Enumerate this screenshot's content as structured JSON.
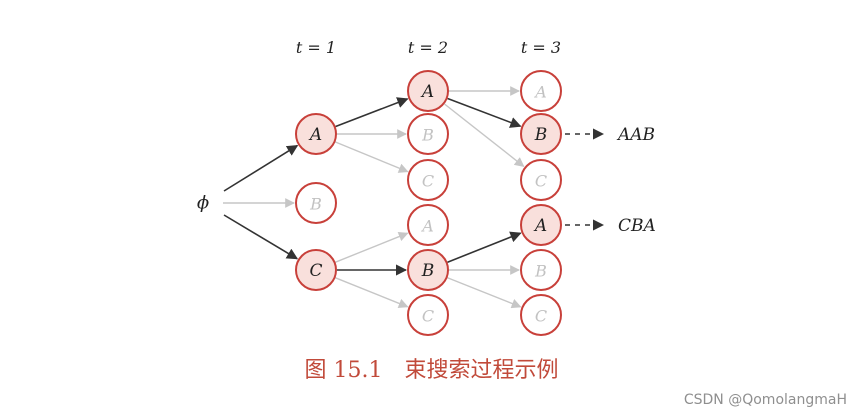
{
  "time_labels": [
    "t = 1",
    "t = 2",
    "t = 3"
  ],
  "start_symbol": "ϕ",
  "nodes": {
    "t1": [
      {
        "id": "t1-A",
        "label": "A",
        "state": "kept"
      },
      {
        "id": "t1-B",
        "label": "B",
        "state": "pruned"
      },
      {
        "id": "t1-C",
        "label": "C",
        "state": "kept"
      }
    ],
    "t2": [
      {
        "id": "t2-A1",
        "label": "A",
        "state": "kept"
      },
      {
        "id": "t2-B1",
        "label": "B",
        "state": "pruned"
      },
      {
        "id": "t2-C1",
        "label": "C",
        "state": "pruned"
      },
      {
        "id": "t2-A2",
        "label": "A",
        "state": "pruned"
      },
      {
        "id": "t2-B2",
        "label": "B",
        "state": "kept"
      },
      {
        "id": "t2-C2",
        "label": "C",
        "state": "pruned"
      }
    ],
    "t3": [
      {
        "id": "t3-A1",
        "label": "A",
        "state": "pruned"
      },
      {
        "id": "t3-B1",
        "label": "B",
        "state": "kept"
      },
      {
        "id": "t3-C1",
        "label": "C",
        "state": "pruned"
      },
      {
        "id": "t3-A2",
        "label": "A",
        "state": "kept"
      },
      {
        "id": "t3-B2",
        "label": "B",
        "state": "pruned"
      },
      {
        "id": "t3-C2",
        "label": "C",
        "state": "pruned"
      }
    ]
  },
  "edges": [
    {
      "from": "phi",
      "to": "t1-A",
      "style": "bold"
    },
    {
      "from": "phi",
      "to": "t1-B",
      "style": "faded"
    },
    {
      "from": "phi",
      "to": "t1-C",
      "style": "bold"
    },
    {
      "from": "t1-A",
      "to": "t2-A1",
      "style": "bold"
    },
    {
      "from": "t1-A",
      "to": "t2-B1",
      "style": "faded"
    },
    {
      "from": "t1-A",
      "to": "t2-C1",
      "style": "faded"
    },
    {
      "from": "t1-C",
      "to": "t2-A2",
      "style": "faded"
    },
    {
      "from": "t1-C",
      "to": "t2-B2",
      "style": "bold"
    },
    {
      "from": "t1-C",
      "to": "t2-C2",
      "style": "faded"
    },
    {
      "from": "t2-A1",
      "to": "t3-A1",
      "style": "faded"
    },
    {
      "from": "t2-A1",
      "to": "t3-B1",
      "style": "bold"
    },
    {
      "from": "t2-A1",
      "to": "t3-C1",
      "style": "faded"
    },
    {
      "from": "t2-B2",
      "to": "t3-A2",
      "style": "bold"
    },
    {
      "from": "t2-B2",
      "to": "t3-B2",
      "style": "faded"
    },
    {
      "from": "t2-B2",
      "to": "t3-C2",
      "style": "faded"
    }
  ],
  "results": [
    {
      "from": "t3-B1",
      "text": "AAB"
    },
    {
      "from": "t3-A2",
      "text": "CBA"
    }
  ],
  "caption": "图 15.1　束搜索过程示例",
  "watermark": "CSDN @QomolangmaH",
  "colors": {
    "node_stroke": "#c8403a",
    "node_fill_kept": "#f9e0dc",
    "edge_bold": "#333333",
    "edge_faded": "#c6c6c6",
    "caption": "#c14a3a"
  }
}
